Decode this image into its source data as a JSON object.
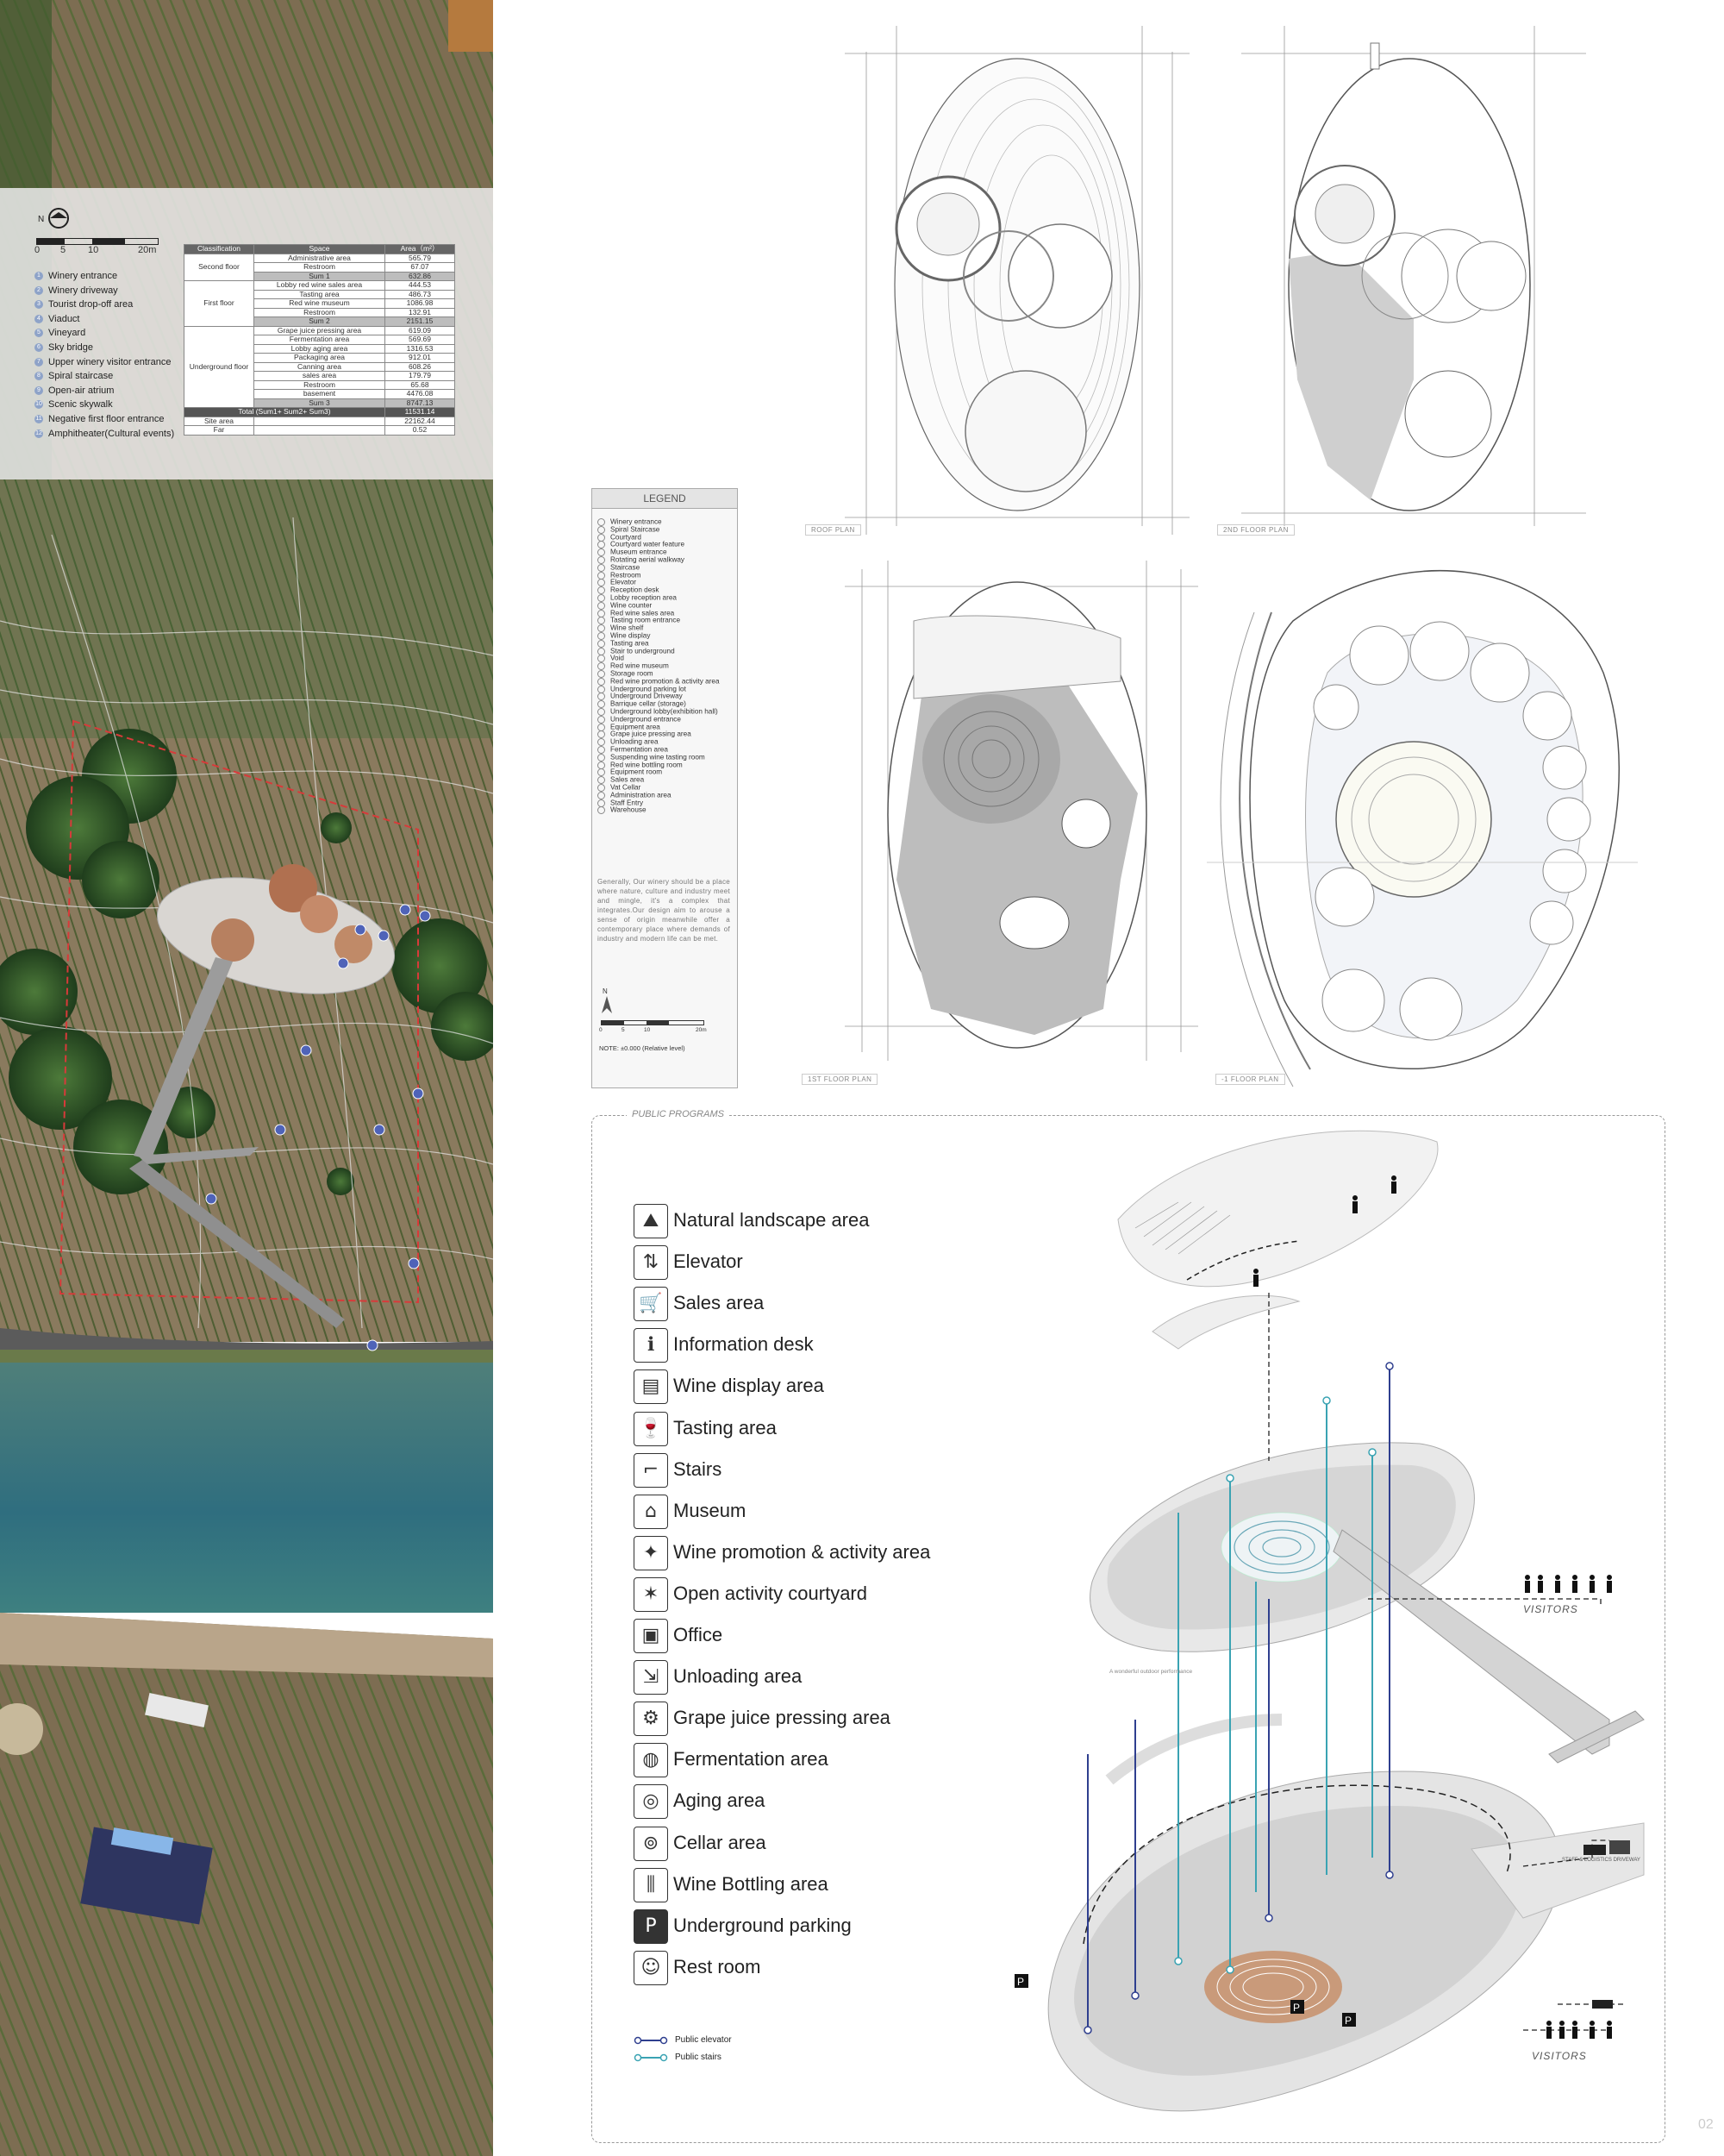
{
  "site_panel": {
    "scale_labels": [
      "0",
      "5",
      "10",
      "20m"
    ],
    "legend": [
      {
        "num": "1",
        "label": "Winery entrance"
      },
      {
        "num": "2",
        "label": "Winery driveway"
      },
      {
        "num": "3",
        "label": "Tourist drop-off area"
      },
      {
        "num": "4",
        "label": "Viaduct"
      },
      {
        "num": "5",
        "label": "Vineyard"
      },
      {
        "num": "6",
        "label": "Sky bridge"
      },
      {
        "num": "7",
        "label": "Upper winery visitor entrance"
      },
      {
        "num": "8",
        "label": "Spiral staircase"
      },
      {
        "num": "9",
        "label": "Open-air atrium"
      },
      {
        "num": "10",
        "label": "Scenic skywalk"
      },
      {
        "num": "11",
        "label": "Negative first floor entrance"
      },
      {
        "num": "12",
        "label": "Amphitheater(Cultural events)"
      }
    ],
    "table": {
      "headers": [
        "Classification",
        "Space",
        "Area（m²）"
      ],
      "groups": [
        {
          "classification": "Second floor",
          "rows": [
            [
              "Administrative area",
              "565.79"
            ],
            [
              "Restroom",
              "67.07"
            ]
          ],
          "sum": [
            "Sum 1",
            "632.86"
          ]
        },
        {
          "classification": "First floor",
          "rows": [
            [
              "Lobby red wine sales area",
              "444.53"
            ],
            [
              "Tasting area",
              "486.73"
            ],
            [
              "Red wine museum",
              "1086.98"
            ],
            [
              "Restroom",
              "132.91"
            ]
          ],
          "sum": [
            "Sum 2",
            "2151.15"
          ]
        },
        {
          "classification": "Underground floor",
          "rows": [
            [
              "Grape juice pressing area",
              "619.09"
            ],
            [
              "Fermentation area",
              "569.69"
            ],
            [
              "Lobby aging area",
              "1316.53"
            ],
            [
              "Packaging area",
              "912.01"
            ],
            [
              "Canning area",
              "608.26"
            ],
            [
              "sales area",
              "179.79"
            ],
            [
              "Restroom",
              "65.68"
            ],
            [
              "basement",
              "4476.08"
            ]
          ],
          "sum": [
            "Sum 3",
            "8747.13"
          ]
        }
      ],
      "total": [
        "Total (Sum1+ Sum2+ Sum3)",
        "11531.14"
      ],
      "site_area": [
        "Site area",
        "22162.44"
      ],
      "far": [
        "Far",
        "0.52"
      ]
    }
  },
  "legend": {
    "title": "LEGEND",
    "items": [
      "Winery entrance",
      "Spiral Staircase",
      "Courtyard",
      "Courtyard water feature",
      "Museum entrance",
      "Rotating aerial walkway",
      "Staircase",
      "Restroom",
      "Elevator",
      "Reception desk",
      "Lobby reception area",
      "Wine counter",
      "Red wine sales area",
      "Tasting room entrance",
      "Wine shelf",
      "Wine display",
      "Tasting area",
      "Stair to underground",
      "Void",
      "Red wine museum",
      "Storage room",
      "Red wine promotion & activity area",
      "Underground parking lot",
      "Underground Driveway",
      "Barrique cellar (storage)",
      "Underground lobby(exhibition hall)",
      "Underground entrance",
      "Equipment area",
      "Grape juice pressing area",
      "Unloading area",
      "Fermentation area",
      "Suspending wine tasting room",
      "Red wine bottling room",
      "Equipment room",
      "Sales area",
      "Vat Cellar",
      "Administration area",
      "Staff Entry",
      "Warehouse"
    ],
    "description": "Generally, Our winery should be a place where nature, culture and industry meet and mingle, it's a complex that integrates.Our design aim to arouse a sense of origin meanwhile offer a contemporary place where demands of industry and modern life can be met.",
    "north": "N",
    "scale_labels": [
      "0",
      "5",
      "10",
      "20m"
    ],
    "note": "NOTE:  ±0.000 (Relative level)"
  },
  "plans": {
    "roof": "ROOF PLAN",
    "second": "2ND FLOOR PLAN",
    "first": "1ST FLOOR PLAN",
    "minus1": "-1 FLOOR PLAN"
  },
  "programs": {
    "title": "PUBLIC PROGRAMS",
    "items": [
      {
        "icon": "landscape-icon",
        "label": "Natural landscape area"
      },
      {
        "icon": "elevator-icon",
        "label": "Elevator"
      },
      {
        "icon": "sales-icon",
        "label": "Sales area"
      },
      {
        "icon": "information-desk-icon",
        "label": "Information desk"
      },
      {
        "icon": "wine-display-icon",
        "label": "Wine display area"
      },
      {
        "icon": "tasting-icon",
        "label": "Tasting area"
      },
      {
        "icon": "stairs-icon",
        "label": "Stairs"
      },
      {
        "icon": "museum-icon",
        "label": "Museum"
      },
      {
        "icon": "wine-promotion-icon",
        "label": "Wine promotion & activity area"
      },
      {
        "icon": "courtyard-icon",
        "label": "Open activity courtyard"
      },
      {
        "icon": "office-icon",
        "label": "Office"
      },
      {
        "icon": "unloading-icon",
        "label": "Unloading area"
      },
      {
        "icon": "grape-pressing-icon",
        "label": "Grape juice pressing area"
      },
      {
        "icon": "fermentation-icon",
        "label": "Fermentation area"
      },
      {
        "icon": "aging-icon",
        "label": "Aging area"
      },
      {
        "icon": "cellar-icon",
        "label": "Cellar area"
      },
      {
        "icon": "bottling-icon",
        "label": "Wine Bottling area"
      },
      {
        "icon": "parking-icon",
        "label": "Underground parking"
      },
      {
        "icon": "restroom-icon",
        "label": "Rest room"
      }
    ],
    "key": {
      "elevator": "Public  elevator",
      "stairs": "Public stairs"
    },
    "visitors": "VISITORS",
    "staff_driveway": "STAFF & LOGISTICS DRIVEWAY",
    "outdoor_label": "A wonderful outdoor performance"
  },
  "page_number": "02",
  "colors": {
    "elevator": "#2f3f8f",
    "stairs": "#3aa3b3",
    "site_boundary": "#d83a3a"
  }
}
